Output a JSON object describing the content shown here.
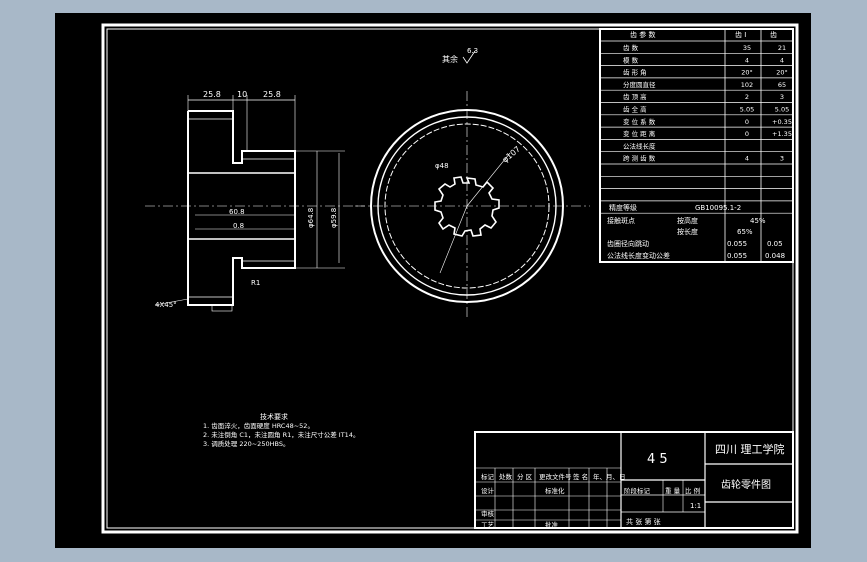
{
  "drawing": {
    "surface_finish_note": "其余",
    "surface_finish_value": "6.3"
  },
  "params": {
    "header": [
      "齿 参 数",
      "齿 I",
      "齿"
    ],
    "rows": [
      {
        "label": "齿 数",
        "v1": "35",
        "v2": "21"
      },
      {
        "label": "模 数",
        "v1": "4",
        "v2": "4"
      },
      {
        "label": "齿 形 角",
        "v1": "20°",
        "v2": "20°"
      },
      {
        "label": "分度圆直径",
        "v1": "102",
        "v2": "65"
      },
      {
        "label": "齿 顶 高",
        "v1": "2",
        "v2": "3"
      },
      {
        "label": "齿 全 高",
        "v1": "5.05",
        "v2": "5.05"
      },
      {
        "label": "变 位 系 数",
        "v1": "0",
        "v2": "+0.35"
      },
      {
        "label": "变 位 距 离",
        "v1": "0",
        "v2": "+1.35"
      },
      {
        "label": "公法线长度",
        "v1": "",
        "v2": ""
      },
      {
        "label": "跨 测 齿 数",
        "v1": "4",
        "v2": "3"
      }
    ],
    "accuracy_label": "精度等级",
    "accuracy_value": "GB10095.1-2",
    "contact_label": "接触斑点",
    "contact_h": "按高度",
    "contact_h_val": "45%",
    "contact_l": "按长度",
    "contact_l_val": "65%",
    "runout_label": "齿圈径向跳动",
    "runout_v1": "0.055",
    "runout_v2": "0.05",
    "variation_label": "公法线长度变动公差",
    "variation_v1": "0.055",
    "variation_v2": "0.048"
  },
  "titleblock": {
    "material": "4 5",
    "school": "四川 理工学院",
    "part_name": "齿轮零件图",
    "scale": "1:1",
    "labels": [
      "标记",
      "处数",
      "分 区",
      "更改文件号",
      "签 名",
      "年、月、日",
      "设计",
      "标准化",
      "阶段标记",
      "重 量",
      "比 例",
      "审核",
      "工艺",
      "批准",
      "共 张 第 张"
    ]
  },
  "notes": {
    "heading": "技术要求",
    "lines": [
      "1. 齿面淬火，齿面硬度 HRC48~52。",
      "2. 未注倒角 C1，未注圆角 R1，未注尺寸公差 IT14。",
      "3. 调质处理 220~250HBS。"
    ]
  },
  "dims": {
    "d1": "25.8",
    "d2": "10",
    "d3": "25.8",
    "d4": "60.8",
    "d5": "0.8",
    "chamfer": "4X45°",
    "r": "R1",
    "bore": "φ107",
    "dia1": "φ64.8",
    "dia2": "φ59.8",
    "dia3": "φ48"
  }
}
